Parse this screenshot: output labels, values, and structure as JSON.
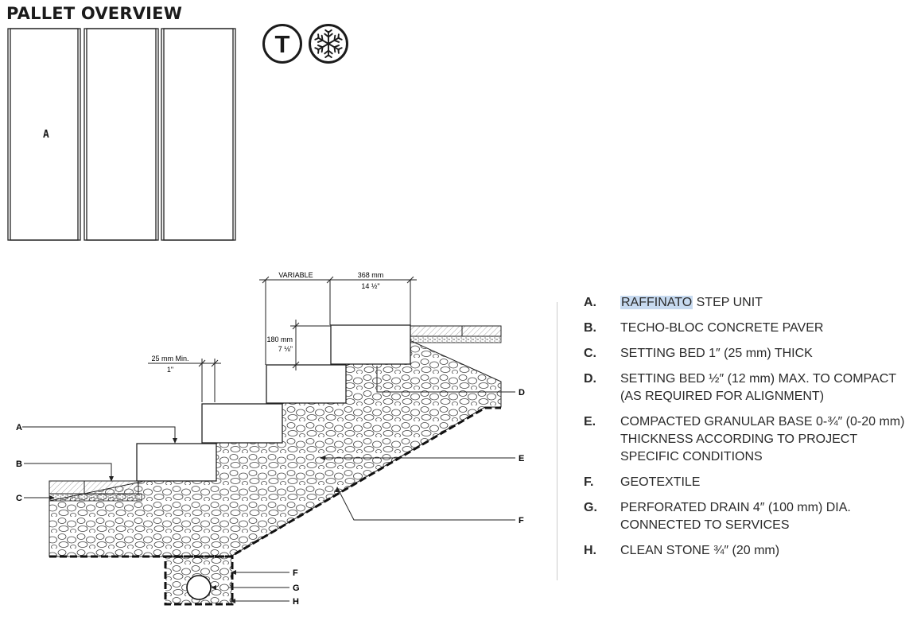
{
  "heading": "PALLET OVERVIEW",
  "pallet": {
    "label": "A"
  },
  "badges": {
    "traffic": "T",
    "freeze": "snowflake-icon"
  },
  "diagram": {
    "dim_variable": "VARIABLE",
    "dim_step_mm": "368 mm",
    "dim_step_in": "14 ½\"",
    "dim_rise_mm": "180 mm",
    "dim_rise_in": "7 ⅛\"",
    "dim_min_mm": "25 mm Min.",
    "dim_min_in": "1\"",
    "callouts": {
      "a": "A",
      "b": "B",
      "c": "C",
      "d": "D",
      "e": "E",
      "f": "F",
      "f2": "F",
      "g": "G",
      "h": "H"
    }
  },
  "legend": [
    {
      "letter": "A.",
      "highlight": "RAFFINATO",
      "text": " STEP UNIT"
    },
    {
      "letter": "B.",
      "text": "TECHO-BLOC CONCRETE PAVER"
    },
    {
      "letter": "C.",
      "text": "SETTING BED 1″ (25 mm) THICK"
    },
    {
      "letter": "D.",
      "text": "SETTING BED ½″ (12 mm) MAX. TO COMPACT (AS REQUIRED FOR ALIGNMENT)"
    },
    {
      "letter": "E.",
      "text": "COMPACTED GRANULAR BASE 0-¾″ (0-20 mm) THICKNESS ACCORDING TO PROJECT SPECIFIC CONDITIONS"
    },
    {
      "letter": "F.",
      "text": "GEOTEXTILE"
    },
    {
      "letter": "G.",
      "text": "PERFORATED DRAIN 4″ (100 mm) DIA. CONNECTED TO SERVICES"
    },
    {
      "letter": "H.",
      "text": "CLEAN STONE ¾″ (20 mm)"
    }
  ]
}
